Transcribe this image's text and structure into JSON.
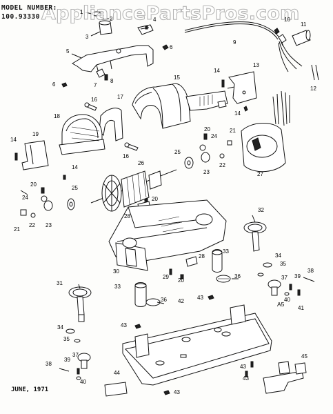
{
  "header": {
    "line1": "MODEL NUMBER:",
    "line2": "100.93330"
  },
  "watermark": "AppliancePartsPros.com",
  "footer": {
    "date": "JUNE, 1971"
  },
  "page_code": "A5",
  "callouts": [
    {
      "id": "c1",
      "label": "1"
    },
    {
      "id": "c2",
      "label": "2"
    },
    {
      "id": "c3",
      "label": "3"
    },
    {
      "id": "c4",
      "label": "4"
    },
    {
      "id": "c5",
      "label": "5"
    },
    {
      "id": "c6a",
      "label": "6"
    },
    {
      "id": "c6b",
      "label": "6"
    },
    {
      "id": "c7",
      "label": "7"
    },
    {
      "id": "c8",
      "label": "8"
    },
    {
      "id": "c9",
      "label": "9"
    },
    {
      "id": "c10",
      "label": "10"
    },
    {
      "id": "c11",
      "label": "11"
    },
    {
      "id": "c12",
      "label": "12"
    },
    {
      "id": "c13",
      "label": "13"
    },
    {
      "id": "c14a",
      "label": "14"
    },
    {
      "id": "c14b",
      "label": "14"
    },
    {
      "id": "c14c",
      "label": "14"
    },
    {
      "id": "c14d",
      "label": "14"
    },
    {
      "id": "c15",
      "label": "15"
    },
    {
      "id": "c16a",
      "label": "16"
    },
    {
      "id": "c16b",
      "label": "16"
    },
    {
      "id": "c17",
      "label": "17"
    },
    {
      "id": "c18",
      "label": "18"
    },
    {
      "id": "c19",
      "label": "19"
    },
    {
      "id": "c20a",
      "label": "20"
    },
    {
      "id": "c20b",
      "label": "20"
    },
    {
      "id": "c20c",
      "label": "20"
    },
    {
      "id": "c20d",
      "label": "20"
    },
    {
      "id": "c21a",
      "label": "21"
    },
    {
      "id": "c21b",
      "label": "21"
    },
    {
      "id": "c22a",
      "label": "22"
    },
    {
      "id": "c22b",
      "label": "22"
    },
    {
      "id": "c23a",
      "label": "23"
    },
    {
      "id": "c23b",
      "label": "23"
    },
    {
      "id": "c24a",
      "label": "24"
    },
    {
      "id": "c24b",
      "label": "24"
    },
    {
      "id": "c25a",
      "label": "25"
    },
    {
      "id": "c25b",
      "label": "25"
    },
    {
      "id": "c26",
      "label": "26"
    },
    {
      "id": "c27",
      "label": "27"
    },
    {
      "id": "c28a",
      "label": "28"
    },
    {
      "id": "c28b",
      "label": "28"
    },
    {
      "id": "c29",
      "label": "29"
    },
    {
      "id": "c30",
      "label": "30"
    },
    {
      "id": "c31",
      "label": "31"
    },
    {
      "id": "c32",
      "label": "32"
    },
    {
      "id": "c33a",
      "label": "33"
    },
    {
      "id": "c33b",
      "label": "33"
    },
    {
      "id": "c34a",
      "label": "34"
    },
    {
      "id": "c34b",
      "label": "34"
    },
    {
      "id": "c35a",
      "label": "35"
    },
    {
      "id": "c35b",
      "label": "35"
    },
    {
      "id": "c36a",
      "label": "36"
    },
    {
      "id": "c36b",
      "label": "36"
    },
    {
      "id": "c37a",
      "label": "37"
    },
    {
      "id": "c37b",
      "label": "37"
    },
    {
      "id": "c38a",
      "label": "38"
    },
    {
      "id": "c38b",
      "label": "38"
    },
    {
      "id": "c39a",
      "label": "39"
    },
    {
      "id": "c39b",
      "label": "39"
    },
    {
      "id": "c40a",
      "label": "40"
    },
    {
      "id": "c40b",
      "label": "40"
    },
    {
      "id": "c41",
      "label": "41"
    },
    {
      "id": "c42",
      "label": "42"
    },
    {
      "id": "c43a",
      "label": "43"
    },
    {
      "id": "c43b",
      "label": "43"
    },
    {
      "id": "c43c",
      "label": "43"
    },
    {
      "id": "c43d",
      "label": "43"
    },
    {
      "id": "c43e",
      "label": "43"
    },
    {
      "id": "c44",
      "label": "44"
    },
    {
      "id": "c45",
      "label": "45"
    }
  ]
}
